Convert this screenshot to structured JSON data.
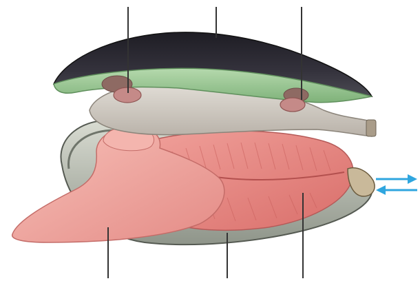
{
  "figure": {
    "subject": "",
    "labels_visible": false,
    "pointer_count": 6,
    "flow_arrows": [
      "right",
      "left"
    ]
  },
  "colors": {
    "shell_dark": "#2b2a32",
    "mantle_green": "#9ec89a",
    "gill_red": "#e98a86",
    "foot_pink": "#f2a9a4",
    "body_gray": "#cfcac3",
    "arrow_blue": "#2fa6df",
    "pointer_line": "#333333"
  }
}
